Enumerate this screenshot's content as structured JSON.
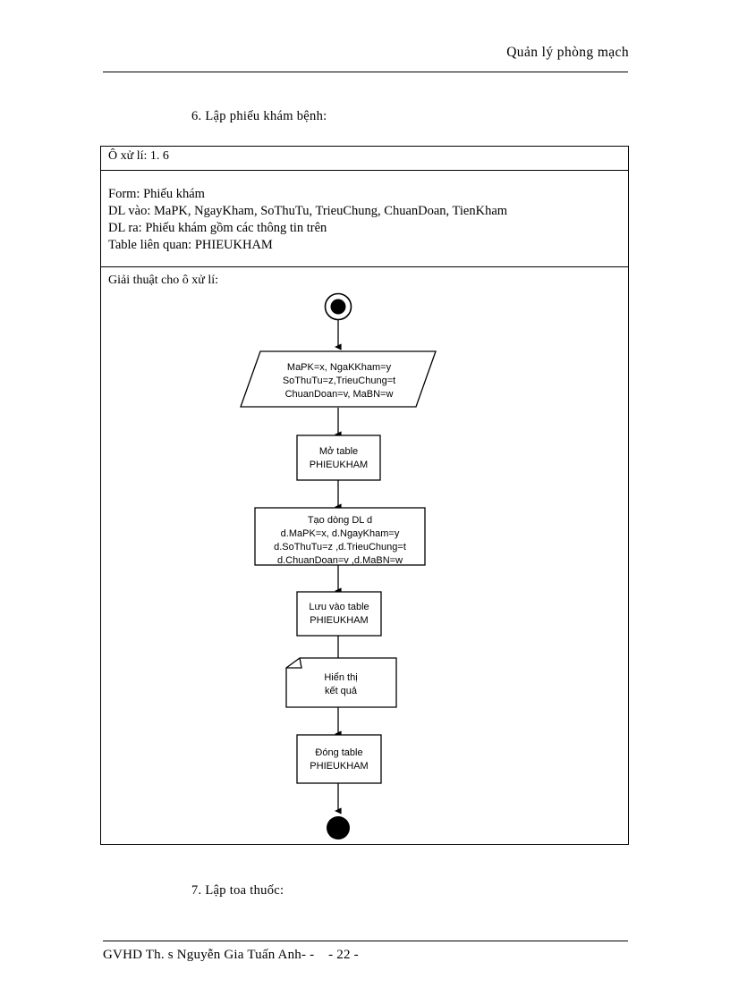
{
  "page": {
    "header_title": "Quản lý phòng mạch",
    "section_title": "6. Lập phiếu khám bệnh:",
    "next_section_title": "7. Lập toa thuốc:",
    "footer_text": "GVHD Th. s Nguyễn Gia Tuấn Anh- -    - 22 -",
    "page_number": "- 22 -"
  },
  "block": {
    "head_label": "Ô xử lí:  1. 6",
    "info_lines": [
      "Form: Phiếu khám",
      "DL vào: MaPK, NgayKham, SoThuTu, TrieuChung,  ChuanDoan, TienKham",
      "DL ra: Phiếu khám gồm các thông tin trên",
      "Table liên quan: PHIEUKHAM"
    ],
    "algorithm_label": "Giải thuật cho ô xử lí:"
  },
  "flowchart": {
    "type": "activity-diagram",
    "nodes": [
      {
        "id": "start",
        "shape": "initial-node",
        "lines": []
      },
      {
        "id": "input",
        "shape": "parallelogram",
        "lines": [
          "MaPK=x, NgaKKham=y",
          "SoThuTu=z,TrieuChung=t",
          "ChuanDoan=v, MaBN=w"
        ]
      },
      {
        "id": "open",
        "shape": "rectangle",
        "lines": [
          "Mở table",
          "PHIEUKHAM"
        ]
      },
      {
        "id": "create",
        "shape": "rectangle",
        "lines": [
          "Tạo dòng DL d",
          "d.MaPK=x, d.NgayKham=y",
          "d.SoThuTu=z ,d.TrieuChung=t",
          "d.ChuanDoan=v ,d.MaBN=w"
        ]
      },
      {
        "id": "save",
        "shape": "rectangle",
        "lines": [
          "Lưu vào table",
          "PHIEUKHAM"
        ]
      },
      {
        "id": "display",
        "shape": "document",
        "lines": [
          "Hiển thị",
          "kết quả"
        ]
      },
      {
        "id": "close",
        "shape": "rectangle",
        "lines": [
          "Đóng table",
          "PHIEUKHAM"
        ]
      },
      {
        "id": "end",
        "shape": "final-node",
        "lines": []
      }
    ],
    "edges": [
      {
        "from": "start",
        "to": "input"
      },
      {
        "from": "input",
        "to": "open"
      },
      {
        "from": "open",
        "to": "create"
      },
      {
        "from": "create",
        "to": "save"
      },
      {
        "from": "save",
        "to": "display"
      },
      {
        "from": "display",
        "to": "close"
      },
      {
        "from": "close",
        "to": "end"
      }
    ]
  },
  "colors": {
    "ink": "#000000",
    "paper": "#ffffff"
  }
}
